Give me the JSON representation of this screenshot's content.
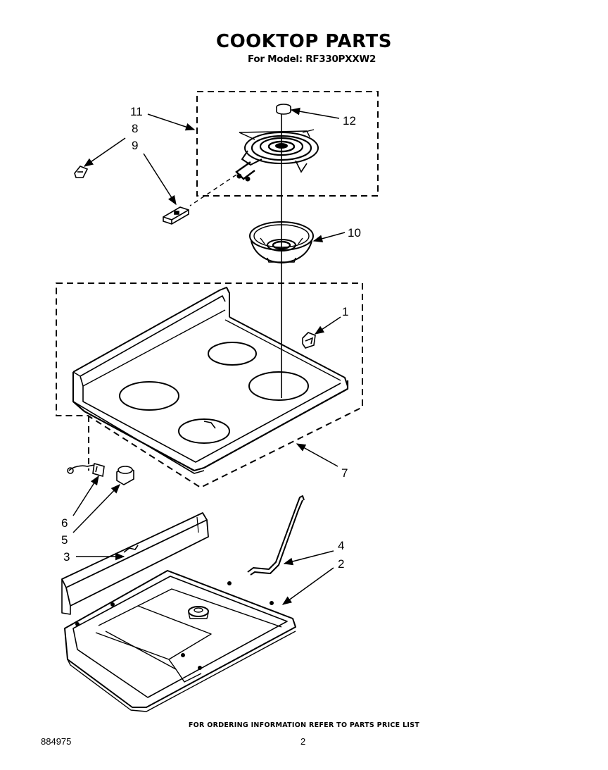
{
  "header": {
    "title": "COOKTOP PARTS",
    "subtitle": "For Model: RF330PXXW2"
  },
  "callouts": [
    {
      "id": "11",
      "label": "11"
    },
    {
      "id": "8",
      "label": "8"
    },
    {
      "id": "9",
      "label": "9"
    },
    {
      "id": "12",
      "label": "12"
    },
    {
      "id": "10",
      "label": "10"
    },
    {
      "id": "1",
      "label": "1"
    },
    {
      "id": "7",
      "label": "7"
    },
    {
      "id": "6",
      "label": "6"
    },
    {
      "id": "5",
      "label": "5"
    },
    {
      "id": "3",
      "label": "3"
    },
    {
      "id": "4",
      "label": "4"
    },
    {
      "id": "2",
      "label": "2"
    }
  ],
  "footer": {
    "note": "FOR ORDERING INFORMATION REFER TO PARTS PRICE LIST",
    "doc_number": "884975",
    "page": "2"
  }
}
